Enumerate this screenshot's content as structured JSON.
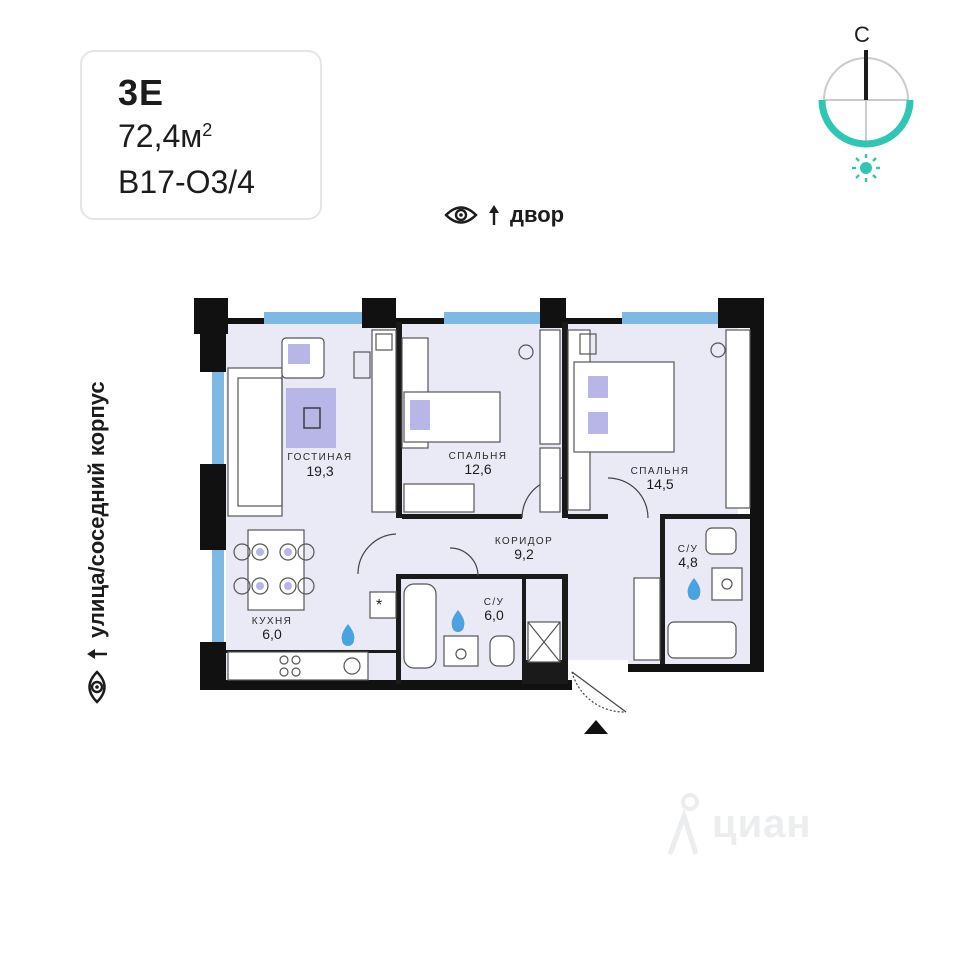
{
  "card": {
    "code": "3Е",
    "area_value": "72,4м",
    "area_sup": "2",
    "lot": "В17-О3/4"
  },
  "views": {
    "top_label": "двор",
    "left_label": "улица/соседний корпус"
  },
  "compass": {
    "north_label": "С",
    "accent_color": "#2fc6b4"
  },
  "rooms": [
    {
      "id": "living",
      "label": "ГОСТИНАЯ",
      "area": "19,3"
    },
    {
      "id": "bedroom1",
      "label": "СПАЛЬНЯ",
      "area": "12,6"
    },
    {
      "id": "bedroom2",
      "label": "СПАЛЬНЯ",
      "area": "14,5"
    },
    {
      "id": "corridor",
      "label": "КОРИДОР",
      "area": "9,2"
    },
    {
      "id": "kitchen",
      "label": "КУХНЯ",
      "area": "6,0"
    },
    {
      "id": "bath1",
      "label": "С/У",
      "area": "6,0"
    },
    {
      "id": "bath2",
      "label": "С/У",
      "area": "4,8"
    }
  ],
  "colors": {
    "floor": "#e9eaf6",
    "wall": "#111111",
    "window": "#7fb9e3",
    "accent_furniture": "#b8b6e6",
    "water": "#4aa3e0"
  },
  "icons": [
    "eye-icon",
    "arrow-up-icon",
    "compass-icon",
    "sun-icon",
    "water-drop-icon",
    "entrance-triangle-icon",
    "watermark-logo"
  ],
  "watermark": {
    "text": "циан"
  }
}
